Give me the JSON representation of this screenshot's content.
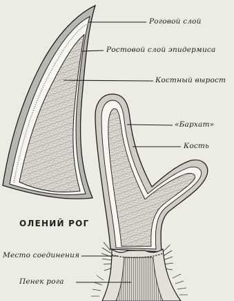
{
  "diagram": {
    "title": "ОЛЕНИЙ РОГ",
    "labels": {
      "horn_layer": "Роговой слой",
      "growth_layer": "Ростовой слой эпидермиса",
      "bone_outgrowth": "Костный вырост",
      "velvet": "«Бархат»",
      "bone": "Кость",
      "junction": "Место соединения",
      "pedicle": "Пенек рога"
    }
  },
  "colors": {
    "background": "#ecebe4",
    "horn_layer": "#b9b7b1",
    "growth_layer": "#f7f6f1",
    "bone": "#dcdad2",
    "ink": "#1c1c1c"
  }
}
